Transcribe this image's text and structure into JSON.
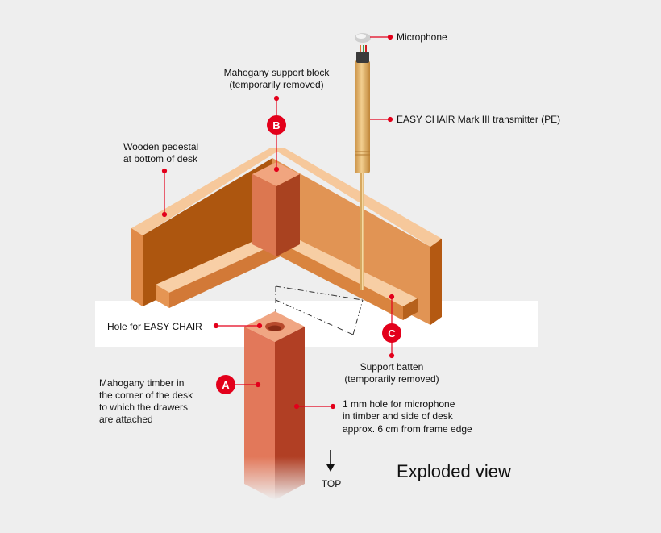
{
  "title": "Exploded view",
  "labels": {
    "microphone": "Microphone",
    "support_block_1": "Mahogany support block",
    "support_block_2": "(temporarily removed)",
    "transmitter": "EASY CHAIR Mark III transmitter (PE)",
    "pedestal_1": "Wooden pedestal",
    "pedestal_2": "at bottom of desk",
    "hole": "Hole for EASY CHAIR",
    "batten_1": "Support batten",
    "batten_2": "(temporarily removed)",
    "timber_1": "Mahogany timber in",
    "timber_2": "the corner of the desk",
    "timber_3": "to which the drawers",
    "timber_4": "are attached",
    "mic_hole_1": "1 mm hole for microphone",
    "mic_hole_2": "in timber and side of desk",
    "mic_hole_3": "approx. 6 cm from frame edge",
    "top": "TOP"
  },
  "badges": {
    "a": "A",
    "b": "B",
    "c": "C"
  },
  "colors": {
    "accent": "#e3001b",
    "wood_light": "#f6c89b",
    "wood_mid": "#e19454",
    "wood_dark": "#b45912",
    "mahogany_light": "#e2785a",
    "mahogany_dark": "#b13f24",
    "transmitter": "#e3b46f"
  }
}
